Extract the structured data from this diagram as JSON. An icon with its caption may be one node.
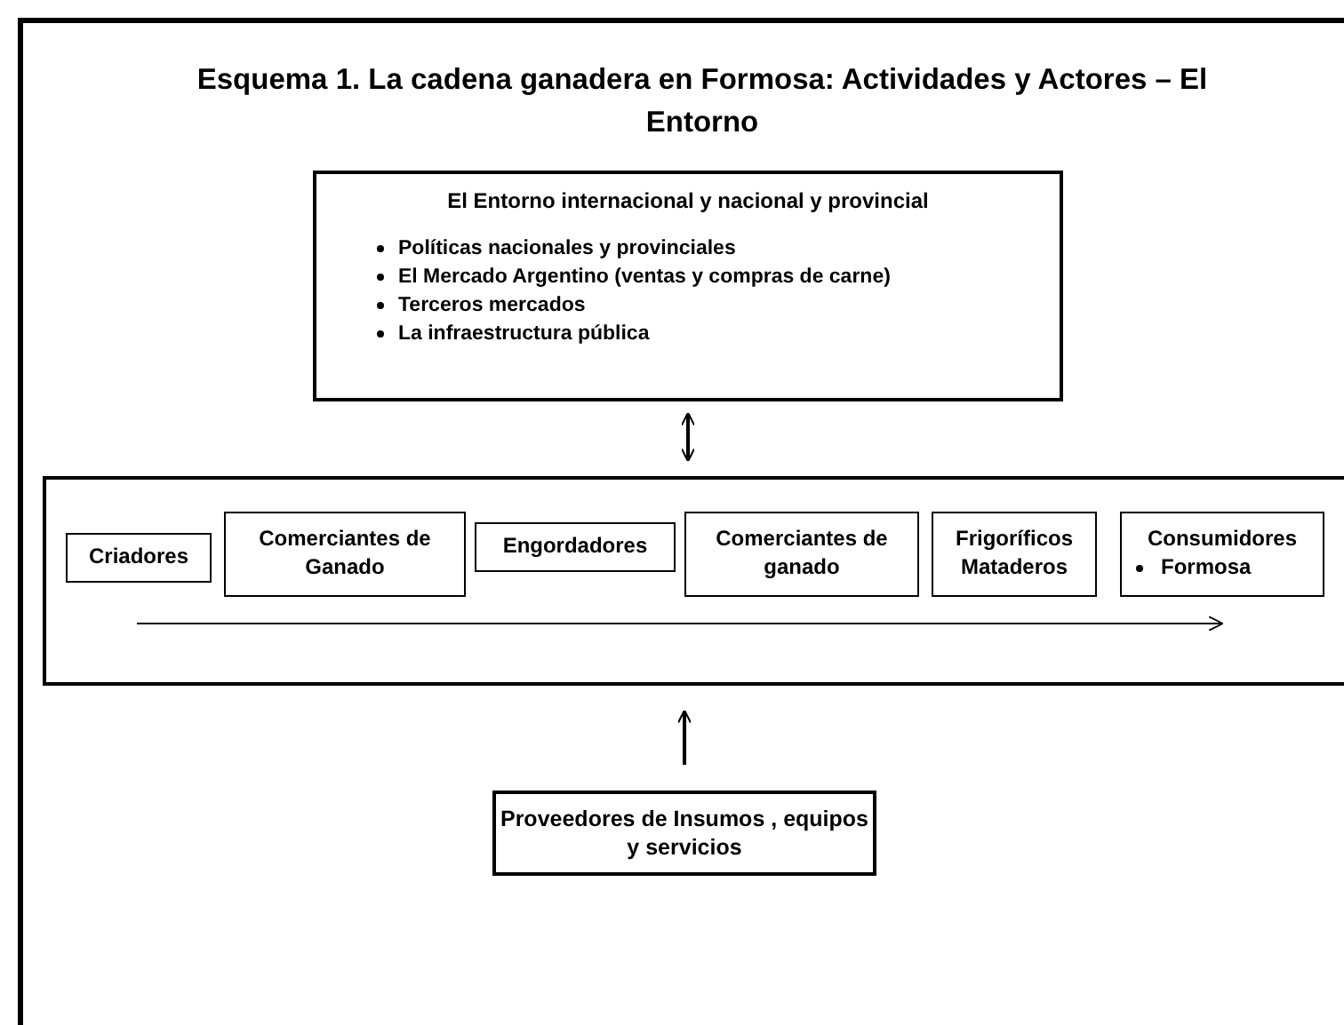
{
  "diagram": {
    "title": "Esquema 1. La cadena ganadera en Formosa: Actividades y Actores – El Entorno",
    "nodes": [
      {
        "text": [
          "El  Entorno internacional y nacional y provincial",
          "Políticas nacionales y provinciales",
          "El Mercado  Argentino  (ventas y compras de carne)",
          "Terceros mercados",
          "La infraestructura pública"
        ]
      },
      {
        "text": [],
        "shape": "box"
      },
      {
        "text": [
          "Criadores"
        ],
        "in": 1
      },
      {
        "text": [
          "Comerciantes de Ganado"
        ],
        "in": 1
      },
      {
        "text": [
          "Engordadores"
        ],
        "in": 1
      },
      {
        "text": [
          "Comerciantes de ganado"
        ],
        "in": 1
      },
      {
        "text": [
          "Frigoríficos Mataderos"
        ],
        "in": 1
      },
      {
        "text": [
          "Consumidores",
          "Formosa"
        ],
        "in": 1
      },
      {
        "text": [
          "Proveedores de Insumos , equipos y servicios"
        ]
      }
    ],
    "edges": [
      {
        "from": 0,
        "to": 1,
        "arrow": "both"
      },
      {
        "from": 8,
        "to": 1,
        "arrow": "to"
      }
    ]
  }
}
